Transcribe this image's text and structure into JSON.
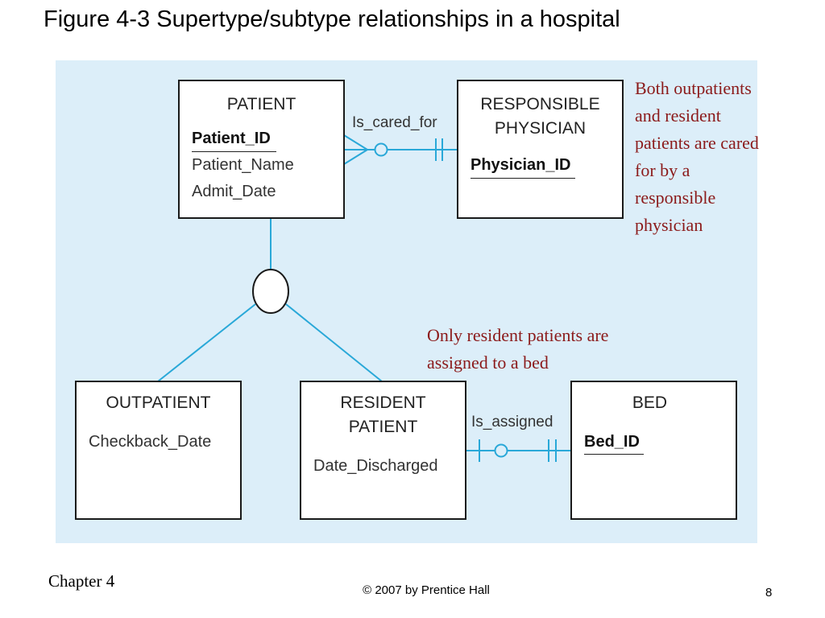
{
  "title": "Figure 4-3 Supertype/subtype relationships in a hospital",
  "entities": {
    "patient": {
      "name": "PATIENT",
      "key": "Patient_ID",
      "attrs": [
        "Patient_Name",
        "Admit_Date"
      ]
    },
    "physician": {
      "name": "RESPONSIBLE\nPHYSICIAN",
      "key": "Physician_ID"
    },
    "outpatient": {
      "name": "OUTPATIENT",
      "attrs": [
        "Checkback_Date"
      ]
    },
    "resident": {
      "name": "RESIDENT\nPATIENT",
      "attrs": [
        "Date_Discharged"
      ]
    },
    "bed": {
      "name": "BED",
      "key": "Bed_ID"
    }
  },
  "relationships": {
    "cared_for": "Is_cared_for",
    "assigned": "Is_assigned"
  },
  "notes": {
    "physician_note": "Both outpatients and resident patients are cared for by a responsible physician",
    "bed_note": "Only resident patients are assigned to a bed"
  },
  "footer": {
    "chapter": "Chapter 4",
    "copyright": "© 2007 by Prentice Hall",
    "page": "8"
  },
  "colors": {
    "diagram_background": "#dceef9",
    "connector": "#29a8d8",
    "note_text": "#8b1a1a"
  }
}
